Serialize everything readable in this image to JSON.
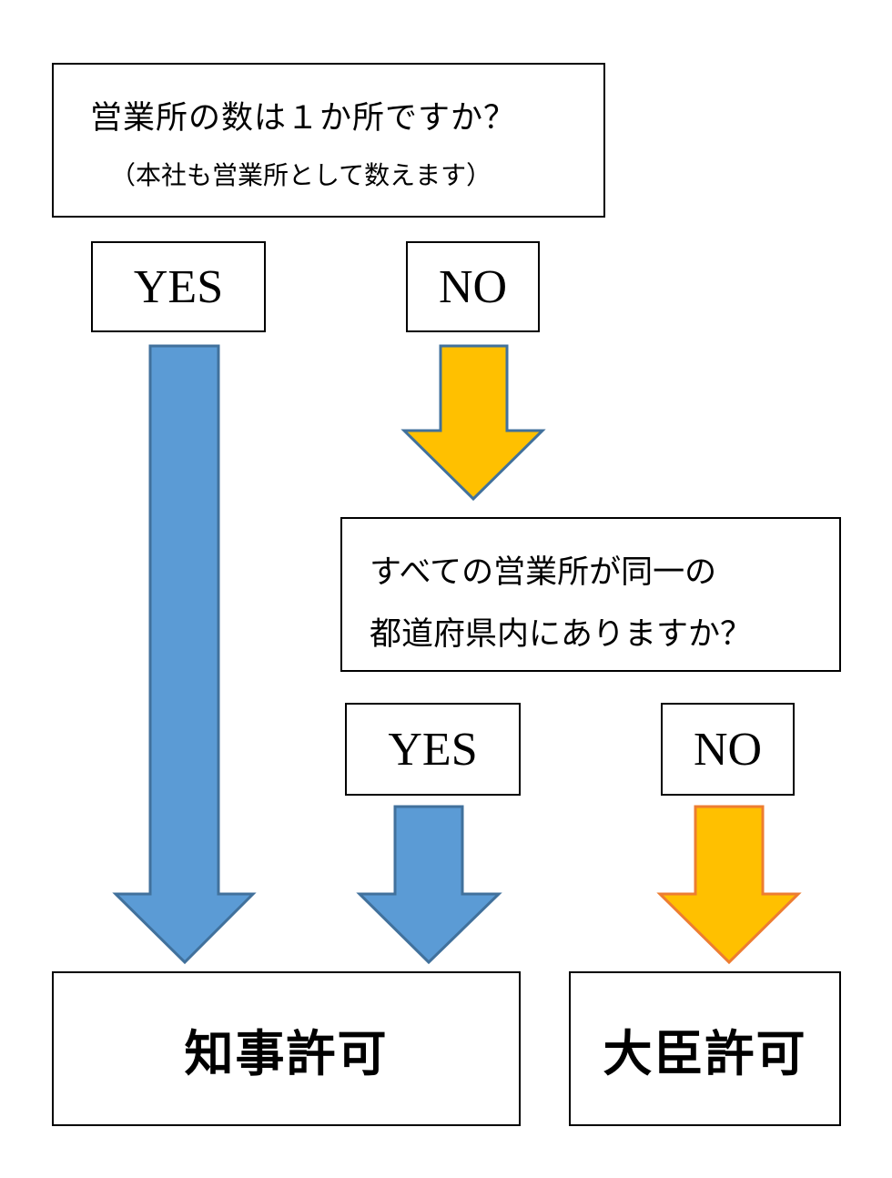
{
  "question1": {
    "text": "営業所の数は１か所ですか？",
    "note": "（本社も営業所として数えます）"
  },
  "question2": {
    "line1": "すべての営業所が同一の",
    "line2": "都道府県内にありますか？"
  },
  "answers": {
    "q1_yes": "YES",
    "q1_no": "NO",
    "q2_yes": "YES",
    "q2_no": "NO"
  },
  "results": {
    "governor": "知事許可",
    "minister": "大臣許可"
  },
  "colors": {
    "yes_arrow_fill": "#5b9bd5",
    "yes_arrow_stroke": "#41719c",
    "no_arrow_fill": "#ffc000",
    "no_arrow_stroke_upper": "#41719c",
    "no_arrow_stroke_lower": "#ed7d31"
  }
}
